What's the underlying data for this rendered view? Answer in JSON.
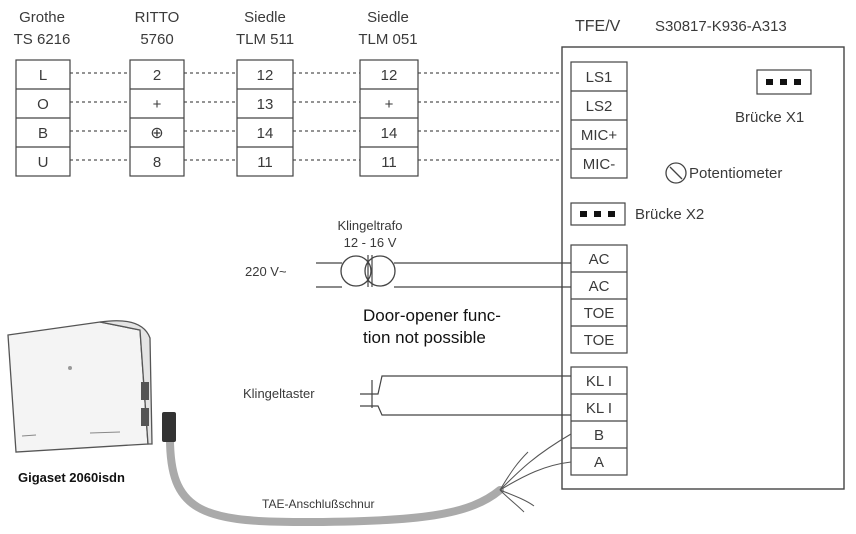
{
  "columns": [
    {
      "line1": "Grothe",
      "line2": "TS 6216",
      "cells": [
        "L",
        "O",
        "B",
        "U"
      ]
    },
    {
      "line1": "RITTO",
      "line2": "5760",
      "cells": [
        "2",
        "+",
        "⊕",
        "8"
      ]
    },
    {
      "line1": "Siedle",
      "line2": "TLM 511",
      "cells": [
        "12",
        "13",
        "14",
        "11"
      ]
    },
    {
      "line1": "Siedle",
      "line2": "TLM 051",
      "cells": [
        "12",
        "+",
        "14",
        "11"
      ]
    }
  ],
  "module": {
    "name": "TFE/V",
    "part_number": "S30817-K936-A313",
    "terminals": [
      "LS1",
      "LS2",
      "MIC+",
      "MIC-",
      "AC",
      "AC",
      "TOE",
      "TOE",
      "KL I",
      "KL I",
      "B",
      "A"
    ],
    "bridge_x1": "Brücke X1",
    "bridge_x2": "Brücke X2",
    "potentiometer": "Potentiometer"
  },
  "transformer": {
    "label_line1": "Klingeltrafo",
    "label_line2": "12 - 16 V",
    "mains": "220 V~"
  },
  "note": {
    "line1": "Door-opener func-",
    "line2": "tion not possible"
  },
  "bell_button": "Klingeltaster",
  "device": {
    "name": "Gigaset 2060isdn"
  },
  "cable_label": "TAE-Anschlußschnur"
}
